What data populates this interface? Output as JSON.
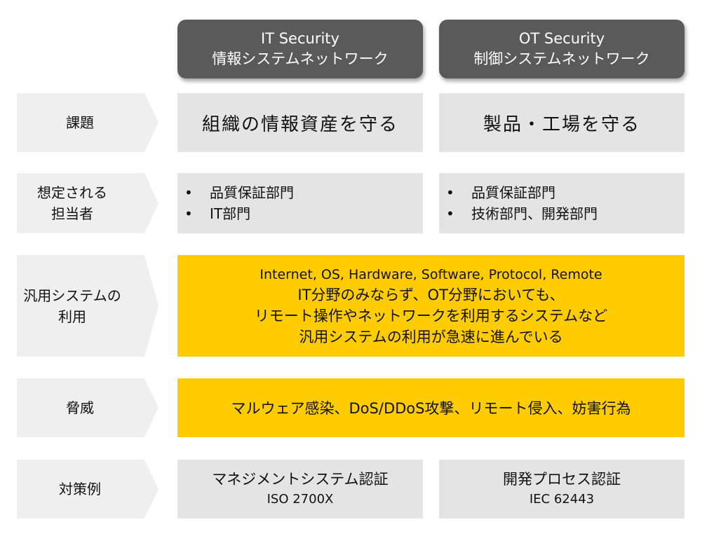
{
  "headers": {
    "it": {
      "line1": "IT Security",
      "line2": "情報システムネットワーク"
    },
    "ot": {
      "line1": "OT Security",
      "line2": "制御システムネットワーク"
    }
  },
  "rows": {
    "issue": {
      "label": "課題",
      "it": "組織の情報資産を守る",
      "ot": "製品・工場を守る"
    },
    "staff": {
      "label_line1": "想定される",
      "label_line2": "担当者",
      "it_items": [
        "品質保証部門",
        "IT部門"
      ],
      "ot_items": [
        "品質保証部門",
        "技術部門、開発部門"
      ]
    },
    "general": {
      "label_line1": "汎用システムの",
      "label_line2": "利用",
      "lines": [
        "Internet, OS, Hardware, Software, Protocol, Remote",
        "IT分野のみならず、OT分野においても、",
        "リモート操作やネットワークを利用するシステムなど",
        "汎用システムの利用が急速に進んでいる"
      ]
    },
    "threat": {
      "label": "脅威",
      "text": "マルウェア感染、DoS/DDoS攻撃、リモート侵入、妨害行為"
    },
    "measure": {
      "label": "対策例",
      "it_title": "マネジメントシステム認証",
      "it_sub": "ISO 2700X",
      "ot_title": "開発プロセス認証",
      "ot_sub": "IEC 62443"
    }
  },
  "bullet": "•",
  "colors": {
    "header": "#5a5a5a",
    "label": "#efefef",
    "cell": "#e4e4e4",
    "highlight": "#ffcc00"
  }
}
